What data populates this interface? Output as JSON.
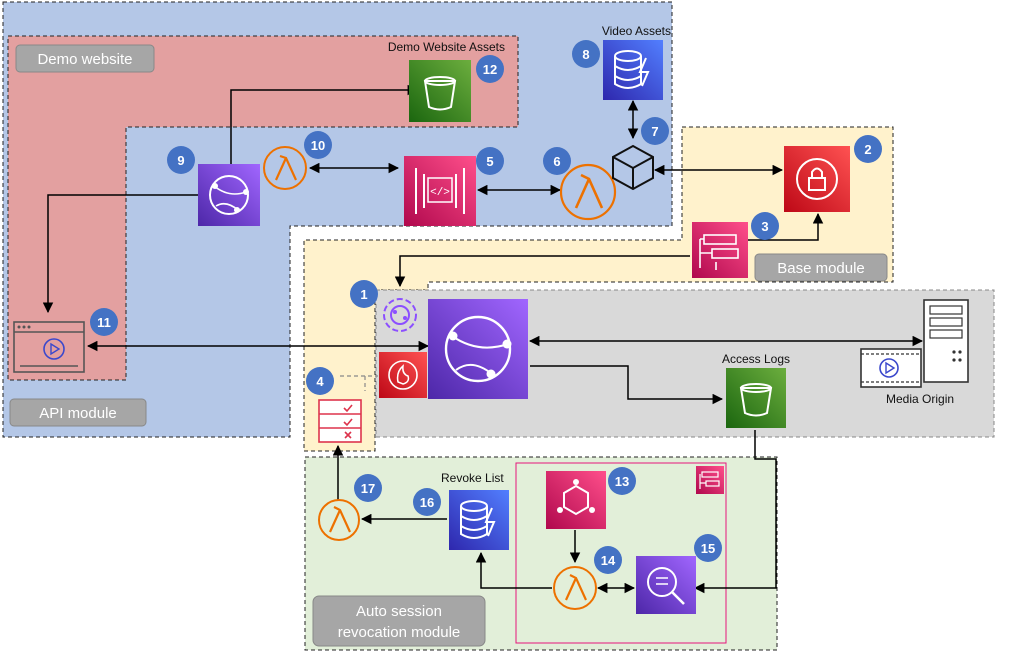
{
  "modules": {
    "demo_website": "Demo website",
    "api_module": "API module",
    "base_module": "Base module",
    "auto_session_line1": "Auto session",
    "auto_session_line2": "revocation module"
  },
  "labels": {
    "demo_website_assets": "Demo Website Assets",
    "video_assets": "Video Assets",
    "access_logs": "Access Logs",
    "media_origin": "Media Origin",
    "revoke_list": "Revoke List"
  },
  "steps": [
    "1",
    "2",
    "3",
    "4",
    "5",
    "6",
    "7",
    "8",
    "9",
    "10",
    "11",
    "12",
    "13",
    "14",
    "15",
    "16",
    "17"
  ],
  "colors": {
    "api_bg": "#b4c7e7",
    "demo_bg": "#e3a0a0",
    "base_bg": "#fff2cc",
    "auto_bg": "#e2efd9",
    "origin_bg": "#d9d9d9",
    "badge": "#4472c4",
    "s3": "#3f8624",
    "dynamo": "#3b48cc",
    "cloudfront": "#8c4fff",
    "lambda": "#ed7100",
    "security": "#dd344c",
    "integration": "#e7157b"
  }
}
